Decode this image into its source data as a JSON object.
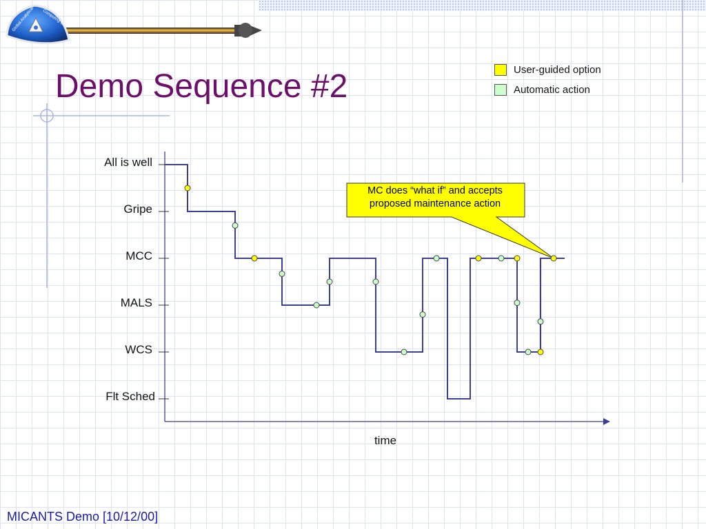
{
  "slide": {
    "title": "Demo Sequence #2",
    "footer": "MICANTS Demo [10/12/00]"
  },
  "logo": {
    "lettering": "Global Analytical Computing Environment"
  },
  "legend": [
    {
      "label": "User-guided option",
      "color": "#ffff00"
    },
    {
      "label": "Automatic action",
      "color": "#ccffcc"
    }
  ],
  "colors": {
    "line": "#3a3f8f",
    "title": "#6b0f6b",
    "footer": "#1a1aa0",
    "callout": "#ffff00"
  },
  "chart_data": {
    "type": "line",
    "step": true,
    "y_levels": [
      "All is well",
      "Gripe",
      "MCC",
      "MALS",
      "WCS",
      "Flt Sched"
    ],
    "xlabel": "time",
    "path": [
      [
        "All is well",
        0
      ],
      [
        "All is well",
        33
      ],
      [
        "Gripe",
        33
      ],
      [
        "Gripe",
        102
      ],
      [
        "MCC",
        102
      ],
      [
        "MCC",
        170
      ],
      [
        "MALS",
        170
      ],
      [
        "MALS",
        239
      ],
      [
        "MCC",
        239
      ],
      [
        "MCC",
        306
      ],
      [
        "WCS",
        306
      ],
      [
        "WCS",
        374
      ],
      [
        "MCC",
        374
      ],
      [
        "MCC",
        410
      ],
      [
        "Flt Sched",
        410
      ],
      [
        "Flt Sched",
        443
      ],
      [
        "MCC",
        443
      ],
      [
        "MCC",
        511
      ],
      [
        "WCS",
        511
      ],
      [
        "WCS",
        545
      ],
      [
        "MCC",
        545
      ],
      [
        "MCC",
        580
      ]
    ],
    "markers": [
      {
        "t": 33,
        "level": 0.5,
        "kind": "user"
      },
      {
        "t": 102,
        "level": 1.3,
        "kind": "auto"
      },
      {
        "t": 130,
        "level": 2,
        "kind": "user"
      },
      {
        "t": 170,
        "level": 2.33,
        "kind": "auto"
      },
      {
        "t": 220,
        "level": 3,
        "kind": "auto"
      },
      {
        "t": 239,
        "level": 2.5,
        "kind": "auto"
      },
      {
        "t": 306,
        "level": 2.5,
        "kind": "auto"
      },
      {
        "t": 347,
        "level": 4,
        "kind": "auto"
      },
      {
        "t": 374,
        "level": 3.2,
        "kind": "auto"
      },
      {
        "t": 394,
        "level": 2,
        "kind": "auto"
      },
      {
        "t": 455,
        "level": 2,
        "kind": "user"
      },
      {
        "t": 488,
        "level": 2,
        "kind": "auto"
      },
      {
        "t": 511,
        "level": 2,
        "kind": "user"
      },
      {
        "t": 511,
        "level": 2.95,
        "kind": "auto"
      },
      {
        "t": 527,
        "level": 4,
        "kind": "auto"
      },
      {
        "t": 545,
        "level": 4,
        "kind": "user"
      },
      {
        "t": 545,
        "level": 3.35,
        "kind": "auto"
      },
      {
        "t": 564,
        "level": 2,
        "kind": "user"
      }
    ],
    "annotations": [
      "MC does “what if” and accepts proposed maintenance action"
    ]
  }
}
